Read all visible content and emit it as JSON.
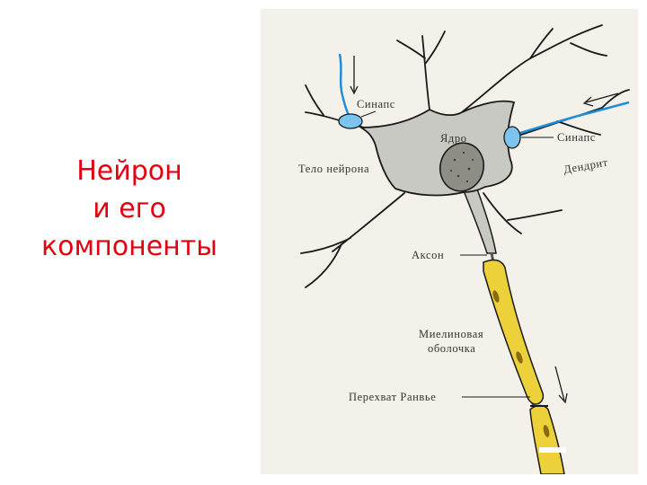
{
  "slide": {
    "title_lines": [
      "Нейрон",
      "и его",
      "компоненты"
    ],
    "title_color": "#e3000f"
  },
  "diagram": {
    "labels": {
      "synapse_top": "Синапс",
      "nucleus": "Ядро",
      "synapse_right": "Синапс",
      "body": "Тело нейрона",
      "dendrite": "Дендрит",
      "axon": "Аксон",
      "myelin_line1": "Миелиновая",
      "myelin_line2": "оболочка",
      "ranvier": "Перехват Ранвье"
    },
    "colors": {
      "soma": "#c9c9c4",
      "nucleus": "#8e8e86",
      "synapse": "#7cc4ee",
      "myelin": "#ecd13a",
      "outline": "#1a1a1a",
      "background": "#f3f1ea"
    }
  }
}
